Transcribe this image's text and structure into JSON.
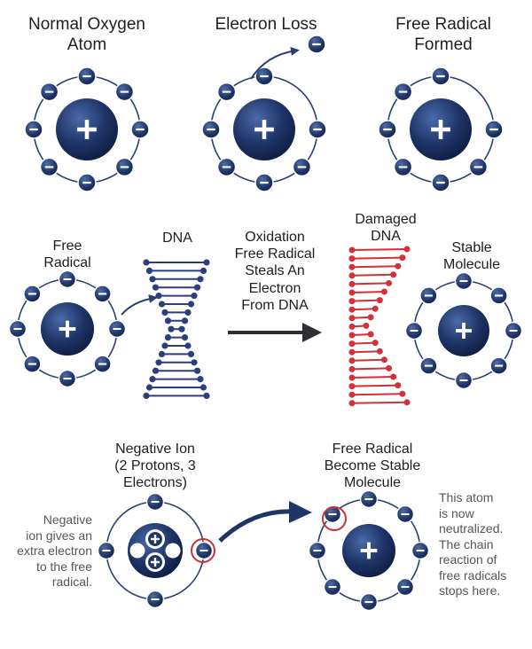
{
  "labels": {
    "normal_oxygen_atom": "Normal Oxygen\nAtom",
    "electron_loss": "Electron Loss",
    "free_radical_formed": "Free Radical\nFormed",
    "free_radical": "Free\nRadical",
    "dna": "DNA",
    "oxidation": "Oxidation\nFree Radical\nSteals An\nElectron\nFrom DNA",
    "damaged_dna": "Damaged\nDNA",
    "stable_molecule": "Stable\nMolecule",
    "negative_ion": "Negative Ion\n(2 Protons, 3\nElectrons)",
    "free_radical_become_stable": "Free Radical\nBecome Stable\nMolecule",
    "negative_ion_note": "Negative\nion gives an\nextra electron\nto the free\nradical.",
    "neutralized_note": "This atom\nis now\nneutralized.\nThe chain\nreaction of\nfree radicals\nstops here."
  },
  "symbols": {
    "nucleus": "+",
    "electron": "−"
  },
  "colors": {
    "atom_navy": "#1f3568",
    "orbit": "#2a3f72",
    "dna_blue": "#2b3f7e",
    "damaged_dna_red": "#d1323a",
    "arrow_dark": "#2e2e33",
    "highlight_red": "#c8323a",
    "text_dark": "#1e1e24",
    "text_gray": "#55555c"
  },
  "icons": [
    "positive-nucleus-icon",
    "electron-icon",
    "arrow-icon"
  ]
}
